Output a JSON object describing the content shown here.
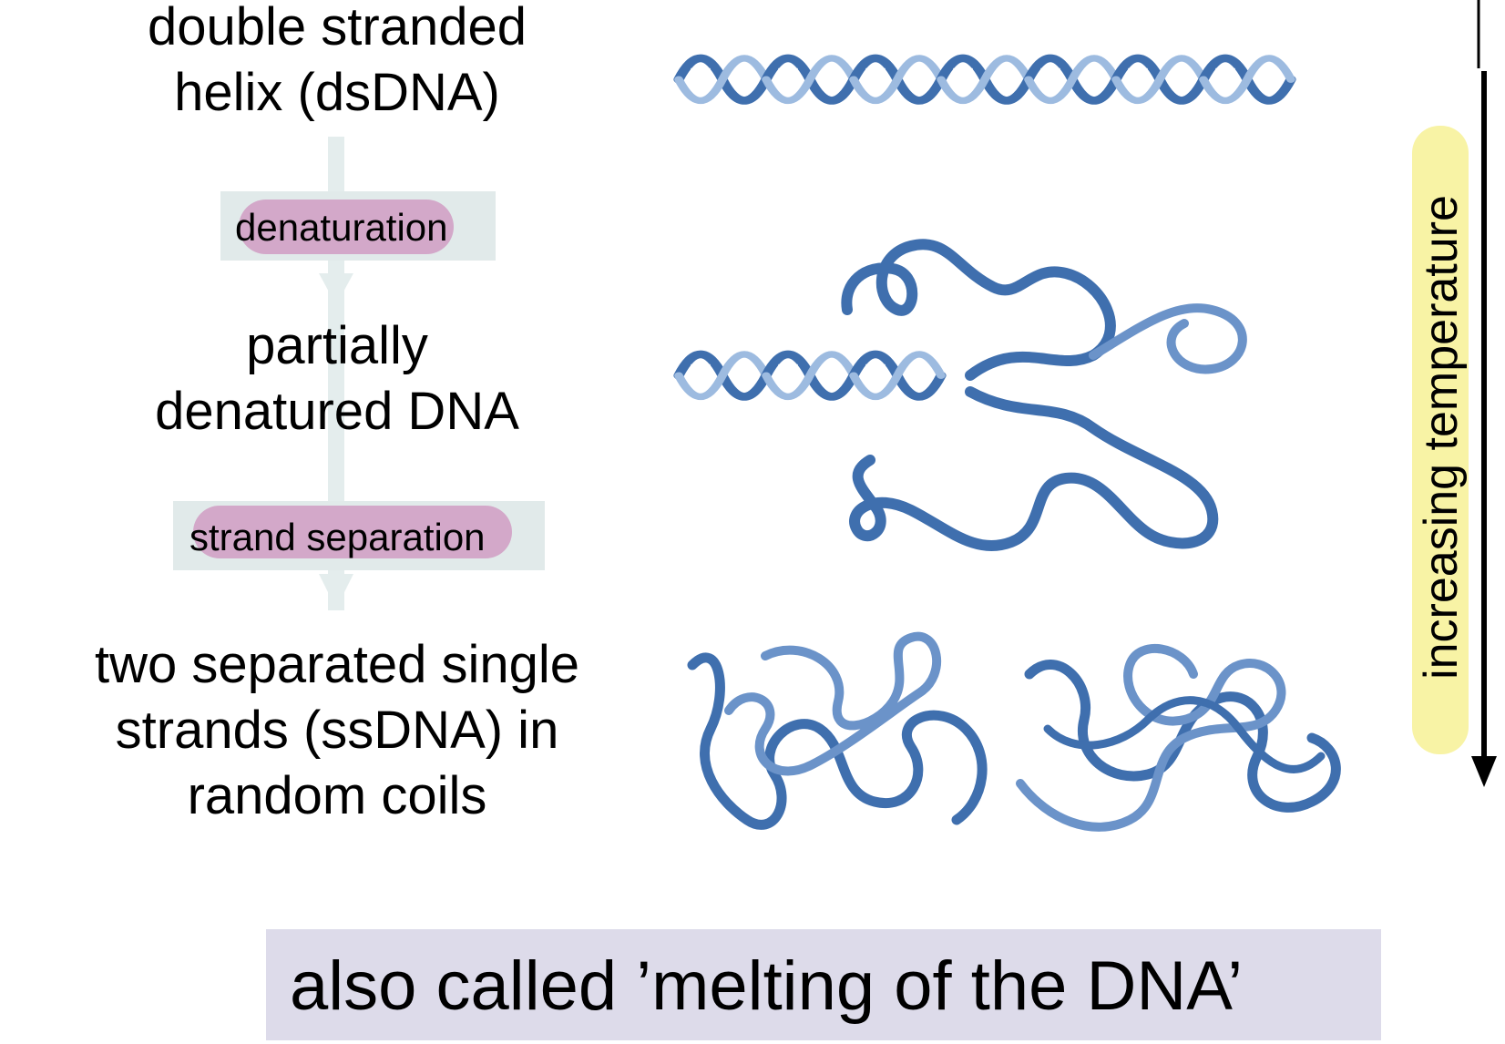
{
  "stages": [
    {
      "lines": [
        "double stranded",
        "helix (dsDNA)"
      ]
    },
    {
      "lines": [
        "partially",
        "denatured DNA"
      ]
    },
    {
      "lines": [
        "two separated single",
        "strands (ssDNA) in",
        "random coils"
      ]
    }
  ],
  "processes": {
    "denaturation": "denaturation",
    "strand_separation": "strand separation"
  },
  "axis": {
    "label": "increasing temperature"
  },
  "footer": {
    "text": "also called ’melting of the DNA’"
  },
  "colors": {
    "dna_dark": "#3f6fae",
    "dna_light": "#b7cde8",
    "process_box": "#e1eaea",
    "process_highlight": "#d3a8c9",
    "temp_highlight": "#f8f3a5",
    "footer_box": "#dddbea",
    "flow_arrow": "#e4eded"
  }
}
